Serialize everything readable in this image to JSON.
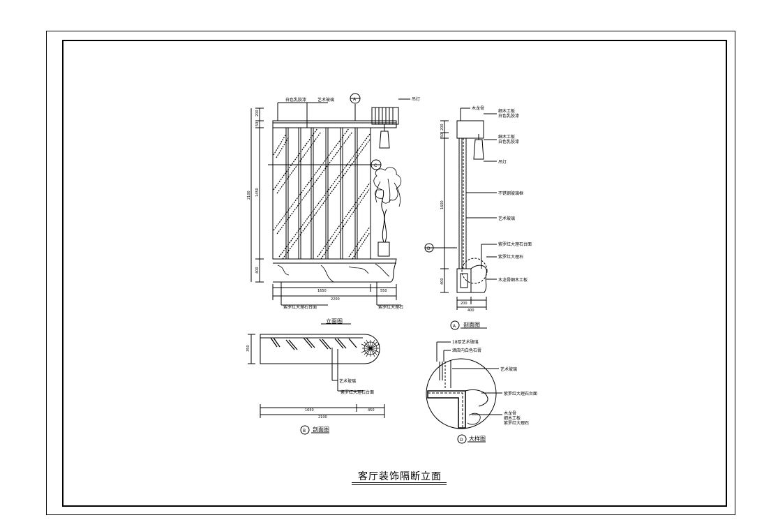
{
  "sheet": {
    "title": "客厅装饰隔断立面"
  },
  "elevation": {
    "caption": "立面图",
    "callout_top": "A",
    "callout_mid": "C",
    "labels": {
      "top_left": "白色乳胶漆",
      "top_mid": "艺术玻璃",
      "lamp": "吊灯",
      "bottom_left": "紫罗红大理石台面",
      "bottom_right": "紫罗红大理石"
    },
    "dims_vertical": [
      "200",
      "50",
      "2100",
      "1450",
      "400"
    ],
    "dims_horizontal": [
      "1650",
      "550",
      "2200"
    ]
  },
  "section_a": {
    "caption": "剖面图",
    "callout": "A",
    "side_callout": "D",
    "labels": [
      "木龙骨",
      "细木工板",
      "白色乳胶漆",
      "细木工板",
      "白色乳胶漆",
      "吊灯",
      "不锈钢玻璃框",
      "艺术玻璃",
      "紫罗红大理石台面",
      "紫罗红大理石",
      "木龙骨细木工板"
    ],
    "dims_vertical": [
      "200",
      "50",
      "1600",
      "400"
    ],
    "dims_horizontal": [
      "200",
      "400"
    ]
  },
  "section_b": {
    "caption": "剖面图",
    "callout": "B",
    "labels": [
      "艺术玻璃",
      "紫罗红大理石台面"
    ],
    "dim_left": "350",
    "dims_horizontal": [
      "1650",
      "450",
      "2100"
    ]
  },
  "detail": {
    "caption": "大样图",
    "callout": "D",
    "labels": [
      "18厚艺术玻璃",
      "酒店内白色石膏",
      "艺术玻璃",
      "紫罗红大理石台面",
      "木龙骨",
      "细木工板",
      "紫罗红大理石"
    ]
  }
}
